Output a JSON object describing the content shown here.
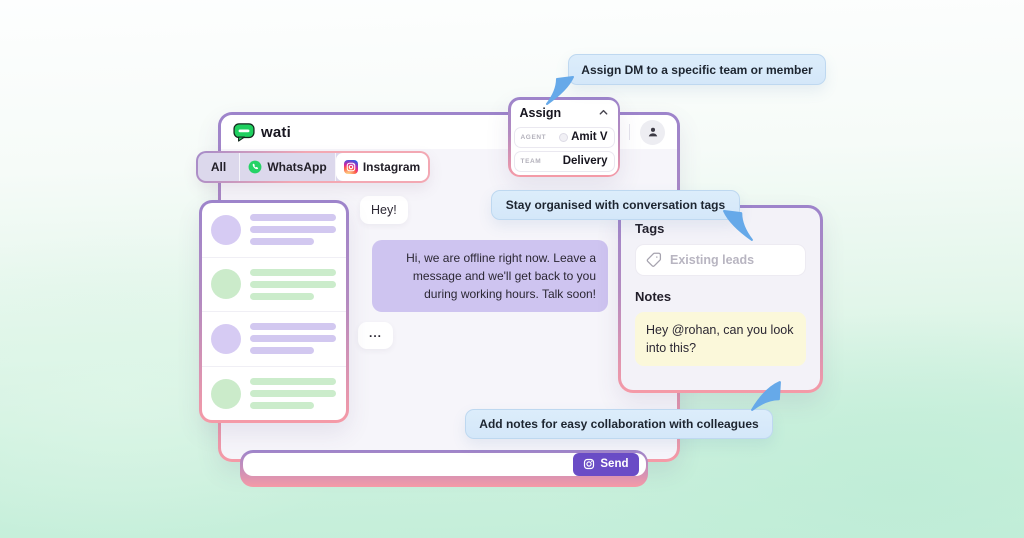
{
  "window": {
    "brand": "wati"
  },
  "tabs": {
    "all": "All",
    "whatsapp": "WhatsApp",
    "instagram": "Instagram"
  },
  "sidebar": {
    "items": [
      {
        "tone": "purple"
      },
      {
        "tone": "green"
      },
      {
        "tone": "purple"
      },
      {
        "tone": "green"
      }
    ]
  },
  "chat": {
    "hey_message": "Hey!",
    "auto_reply": "Hi, we are offline right now. Leave a message and we'll get back to you during working hours. Talk soon!",
    "typing_indicator": "..."
  },
  "assign": {
    "title": "Assign",
    "agent_label": "AGENT",
    "agent_value": "Amit V",
    "team_label": "TEAM",
    "team_value": "Delivery"
  },
  "panel": {
    "tags_label": "Tags",
    "tag_placeholder": "Existing leads",
    "notes_label": "Notes",
    "note_text": "Hey @rohan, can you look into this?"
  },
  "callouts": {
    "assign": "Assign DM to a specific team or member",
    "tags": "Stay organised with conversation tags",
    "notes": "Add notes for easy collaboration with colleagues"
  },
  "composer": {
    "send_label": "Send"
  },
  "colors": {
    "accent_purple": "#6a4cc6",
    "border_purple": "#9d84cb",
    "border_pink": "#f59aa7",
    "bubble_purple": "#cec4f0",
    "note_yellow": "#fbf8da",
    "callout_blue": "#d6e9fa",
    "arrow_blue": "#66a9e9",
    "whatsapp_green": "#25D366",
    "wati_green": "#1fd05f",
    "background_mint": "#c3eed9"
  }
}
